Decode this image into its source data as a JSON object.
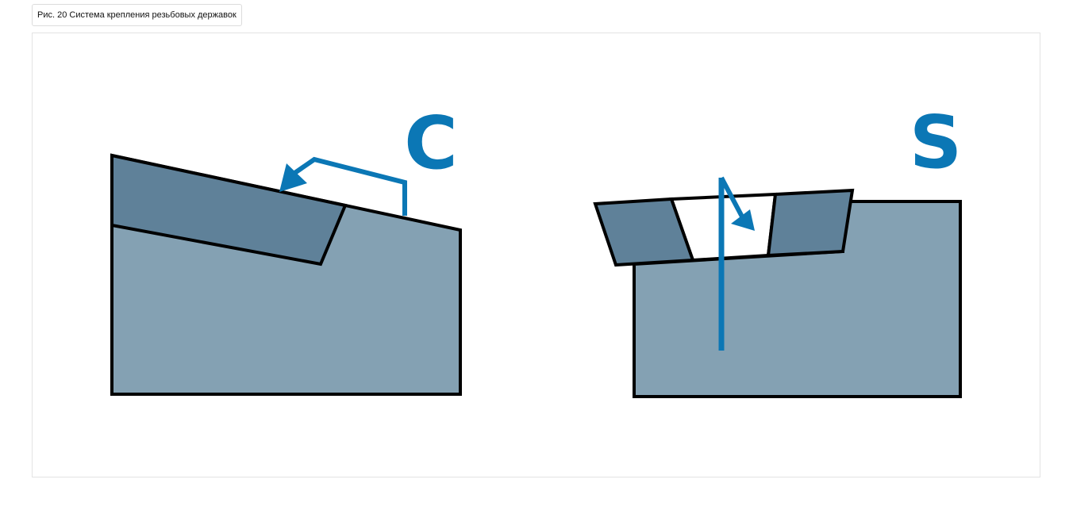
{
  "caption": "Рис. 20 Система крепления резьбовых державок",
  "diagram": {
    "left_label": "C",
    "right_label": "S"
  },
  "colors": {
    "holder_body": "#84A1B3",
    "insert_clamp": "#5F8199",
    "arrow": "#0B77B5",
    "outline": "#000000",
    "background": "#FFFFFF"
  },
  "icons": {
    "left_arrow": "bent-arrow-icon",
    "right_arrow": "screw-arrow-icon"
  }
}
